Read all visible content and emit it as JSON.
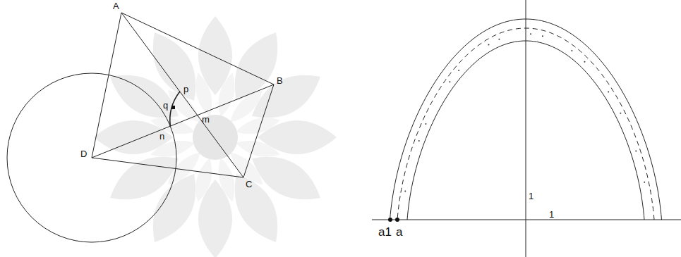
{
  "diagram": {
    "labels": [
      "A",
      "B",
      "C",
      "D",
      "p",
      "q",
      "m",
      "n",
      "1",
      "1",
      "a1",
      "a"
    ]
  }
}
